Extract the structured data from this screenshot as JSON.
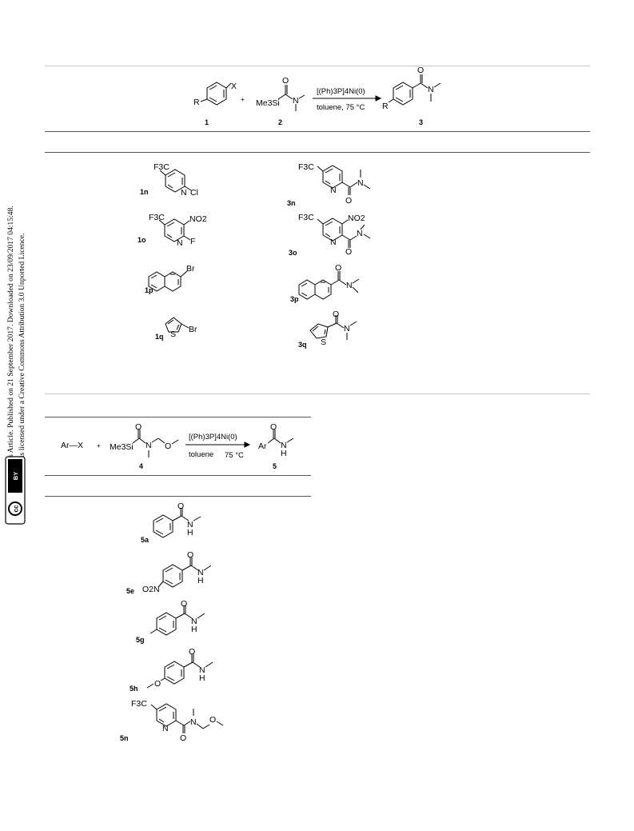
{
  "sidebar": {
    "line1": "Open Access Article. Published on 21 September 2017. Downloaded on 23/09/2017 04:15:48.",
    "line2": "This article is licensed under a Creative Commons Attribution 3.0 Unported Licence.",
    "badge_cc": "cc",
    "badge_by": "BY"
  },
  "scheme1": {
    "reagent_above": "[(Ph)3P]4Ni(0)",
    "conditions_below": "toluene,  75 °C",
    "plus": "+",
    "reactant_1_label": "1",
    "reactant_2_label": "2",
    "product_label": "3",
    "substituent_R": "R",
    "substituent_X": "X",
    "silyl": "Me3Si"
  },
  "table1": {
    "rows": [
      {
        "substrate_label": "1n",
        "product_label": "3n"
      },
      {
        "substrate_label": "1o",
        "product_label": "3o"
      },
      {
        "substrate_label": "1p",
        "product_label": "3p"
      },
      {
        "substrate_label": "1q",
        "product_label": "3q"
      }
    ]
  },
  "scheme2": {
    "reactant_ArX": "Ar—X",
    "plus": "+",
    "silyl": "Me3Si",
    "reagent_above": "[(Ph)3P]4Ni(0)",
    "conditions_below_solvent": "toluene",
    "conditions_below_temp": "75 °C",
    "reactant_label": "4",
    "product_label": "5",
    "product_Ar": "Ar"
  },
  "table2": {
    "rows": [
      {
        "product_label": "5a"
      },
      {
        "product_label": "5e"
      },
      {
        "product_label": "5g"
      },
      {
        "product_label": "5h"
      },
      {
        "product_label": "5n"
      }
    ]
  },
  "atoms": {
    "O": "O",
    "N": "N",
    "H": "H",
    "S": "S",
    "F": "F",
    "Cl": "Cl",
    "Br": "Br",
    "F3C": "F3C",
    "NO2": "NO2",
    "O2N": "O2N"
  }
}
